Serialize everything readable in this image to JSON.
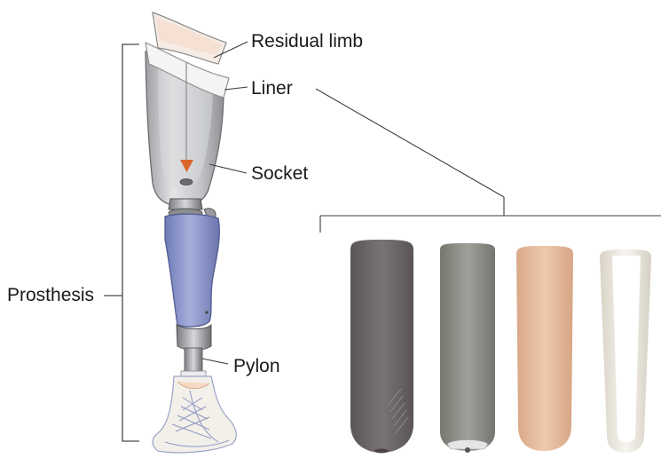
{
  "labels": {
    "residual_limb": "Residual limb",
    "liner": "Liner",
    "socket": "Socket",
    "prosthesis": "Prosthesis",
    "pylon": "Pylon"
  },
  "colors": {
    "socket_grey": "#c9c9cb",
    "pylon_cover_blue": "#8d98cc",
    "indicator_arrow": "#d9662b",
    "liner_dark_grey": "#6d6668",
    "liner_mid_grey": "#8b8a85",
    "liner_skin": "#e2b79b",
    "liner_white": "#f2f0ea"
  }
}
